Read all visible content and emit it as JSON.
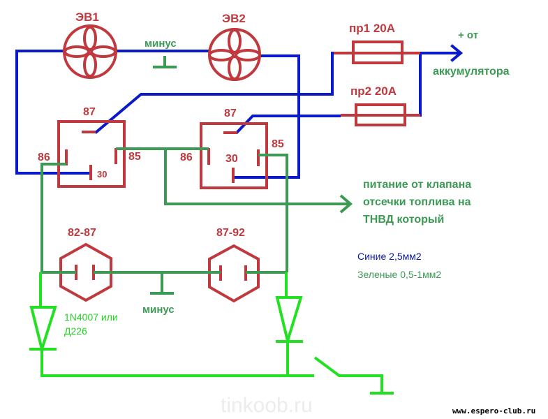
{
  "colors": {
    "blue_wire": "#0a1ac8",
    "green_wire": "#3c9a55",
    "light_green_wire": "#22e022",
    "component_red": "#c0393e"
  },
  "lamps": [
    {
      "id": "ev1",
      "label": "ЭВ1",
      "icon": "lamp-icon"
    },
    {
      "id": "ev2",
      "label": "ЭВ2",
      "icon": "lamp-icon"
    }
  ],
  "ground_top_label": "минус",
  "fuses": [
    {
      "id": "pr1",
      "label": "пр1 20А",
      "icon": "fuse-icon"
    },
    {
      "id": "pr2",
      "label": "пр2 20А",
      "icon": "fuse-icon"
    }
  ],
  "battery": {
    "line1": "+ от",
    "line2": "аккумулятора"
  },
  "relays": [
    {
      "id": "relay1",
      "pins": {
        "p87": "87",
        "p86": "86",
        "p85": "85",
        "p30": "30"
      }
    },
    {
      "id": "relay2",
      "pins": {
        "p87": "87",
        "p86": "86",
        "p85": "85",
        "p30": "30"
      }
    }
  ],
  "fuel_valve_note": {
    "line1": "питание от клапана",
    "line2": "отсечки топлива на",
    "line3": "ТНВД который"
  },
  "sensors": [
    {
      "id": "s1",
      "label": "82-87",
      "icon": "temperature-sensor-icon"
    },
    {
      "id": "s2",
      "label": "87-92",
      "icon": "temperature-sensor-icon"
    }
  ],
  "ground_bottom_label": "минус",
  "legend": {
    "blue": "Синие 2,5мм2",
    "green": "Зеленые 0,5-1мм2"
  },
  "diode_note": {
    "line1": "1N4007 или",
    "line2": "Д226"
  },
  "watermark": "tinkoob.ru",
  "site_credit": "www.espero-club.ru"
}
